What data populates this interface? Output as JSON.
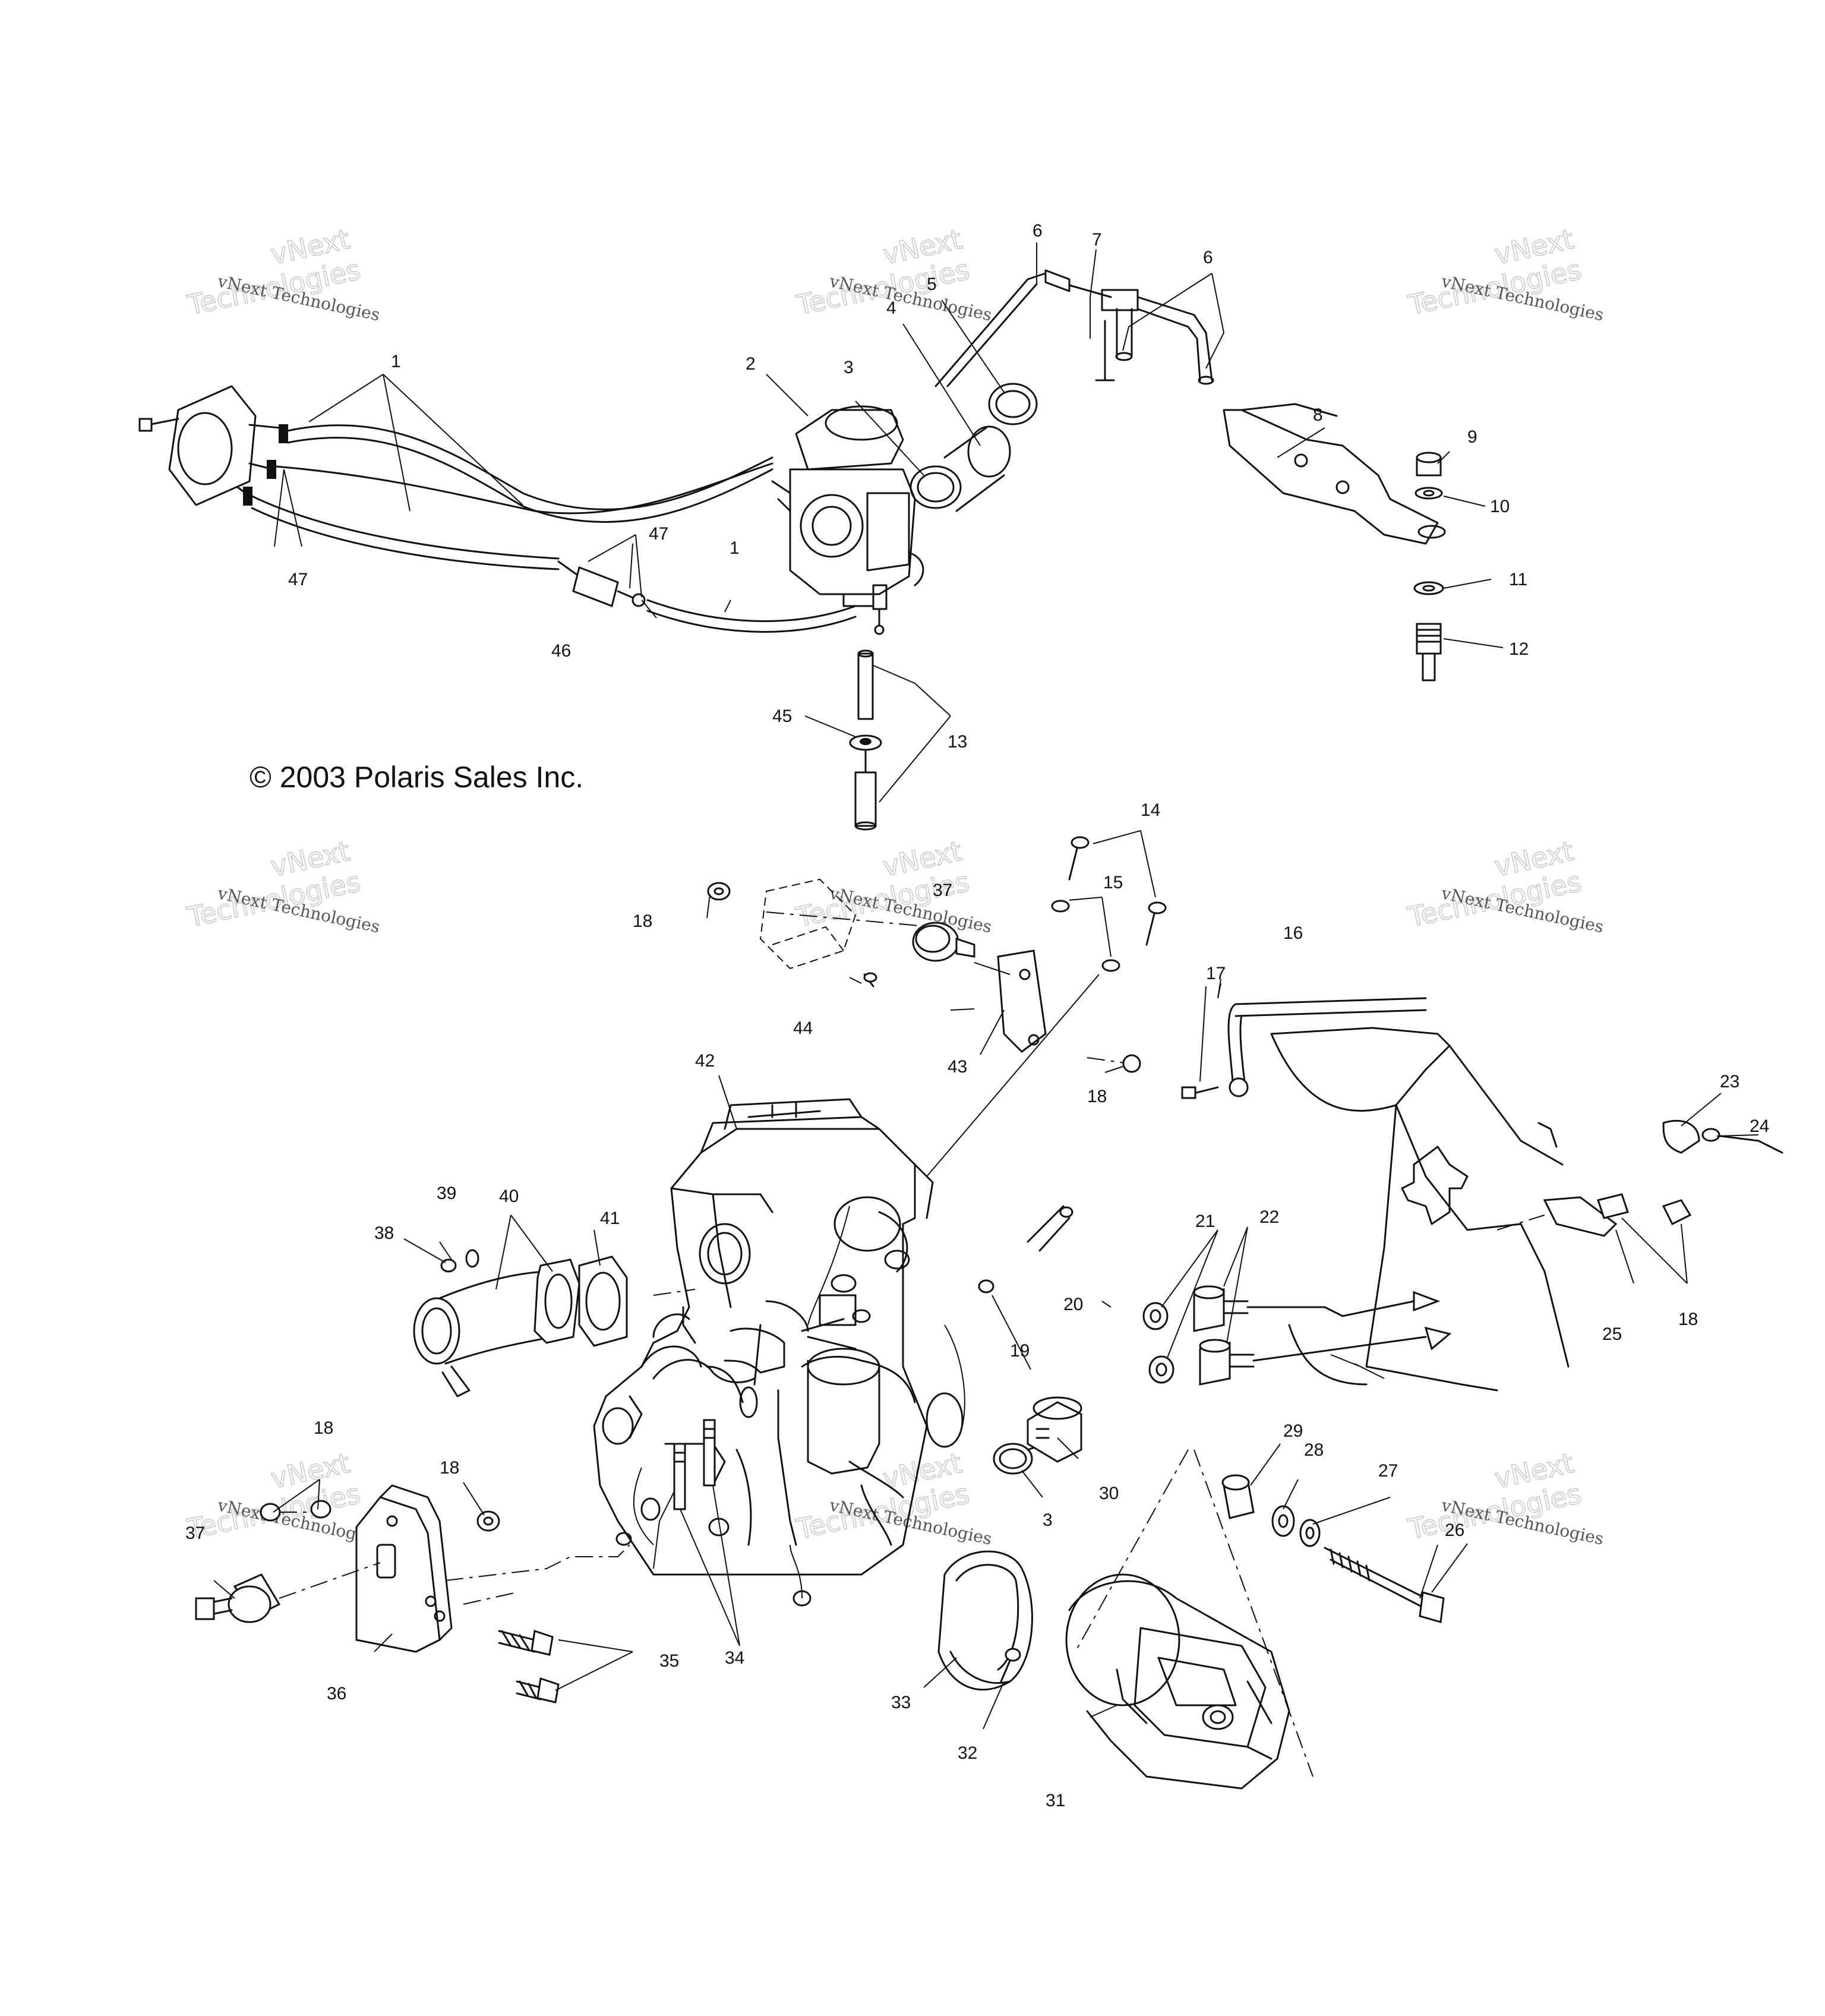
{
  "copyright": "© 2003 Polaris Sales Inc.",
  "watermark": {
    "small": "vNext Technologies",
    "large_1": "vNext",
    "large_2": "Technologies"
  },
  "callouts": [
    "1",
    "2",
    "3",
    "4",
    "5",
    "6",
    "7",
    "8",
    "9",
    "10",
    "11",
    "12",
    "13",
    "14",
    "15",
    "16",
    "17",
    "18",
    "19",
    "20",
    "21",
    "22",
    "23",
    "24",
    "25",
    "26",
    "27",
    "28",
    "29",
    "30",
    "31",
    "32",
    "33",
    "34",
    "35",
    "36",
    "37",
    "38",
    "39",
    "40",
    "41",
    "42",
    "43",
    "44",
    "45",
    "46",
    "47"
  ]
}
